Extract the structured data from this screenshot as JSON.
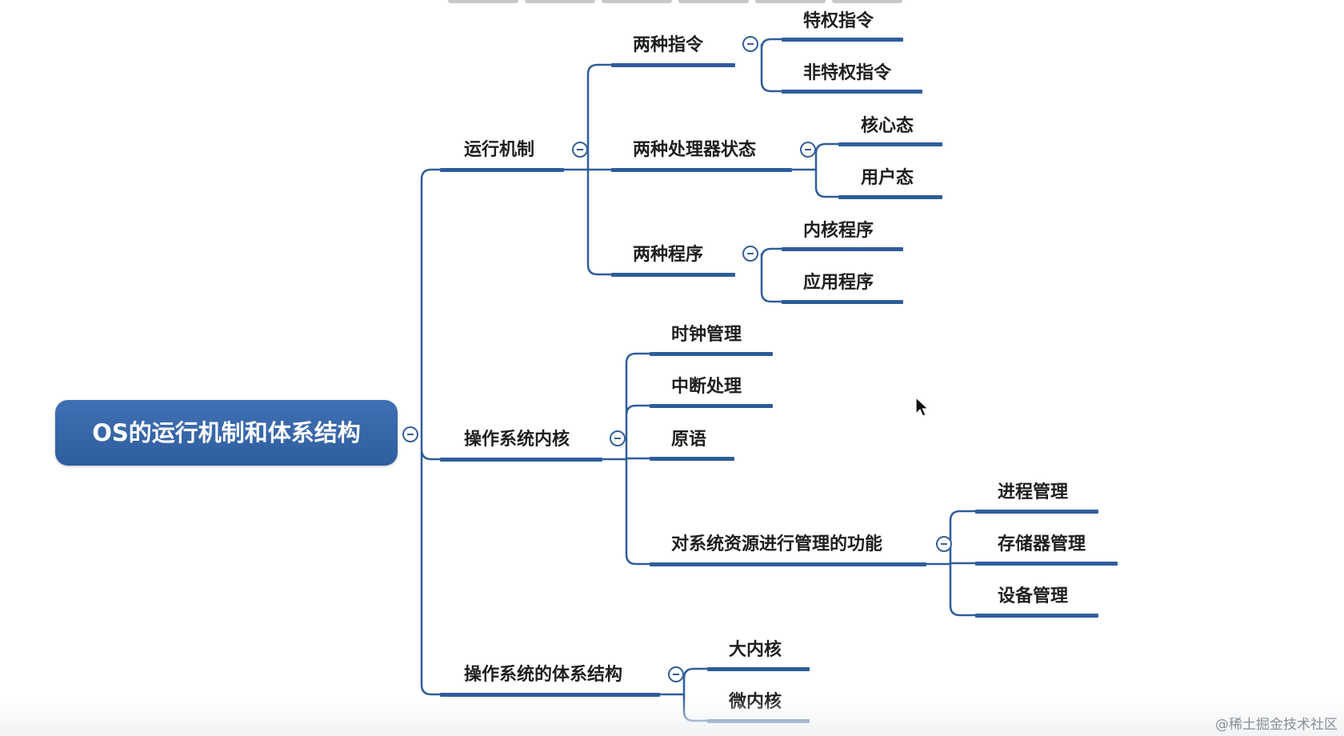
{
  "mindmap": {
    "root": "OS的运行机制和体系结构",
    "branches": [
      {
        "label": "运行机制",
        "children": [
          {
            "label": "两种指令",
            "children": [
              "特权指令",
              "非特权指令"
            ]
          },
          {
            "label": "两种处理器状态",
            "children": [
              "核心态",
              "用户态"
            ]
          },
          {
            "label": "两种程序",
            "children": [
              "内核程序",
              "应用程序"
            ]
          }
        ]
      },
      {
        "label": "操作系统内核",
        "children": [
          {
            "label": "时钟管理",
            "children": []
          },
          {
            "label": "中断处理",
            "children": []
          },
          {
            "label": "原语",
            "children": []
          },
          {
            "label": "对系统资源进行管理的功能",
            "children": [
              "进程管理",
              "存储器管理",
              "设备管理"
            ]
          }
        ]
      },
      {
        "label": "操作系统的体系结构",
        "children": [
          {
            "label": "大内核",
            "children": []
          },
          {
            "label": "微内核",
            "children": []
          }
        ]
      }
    ]
  },
  "watermark": "@稀土掘金技术社区",
  "colors": {
    "root_fill": "#3567a8",
    "line": "#2f5d9b",
    "text": "#1f1f1f",
    "toggle": "#355f99"
  },
  "icons": {
    "collapse_toggle": "minus-circle-icon",
    "cursor": "mouse-pointer-icon"
  }
}
